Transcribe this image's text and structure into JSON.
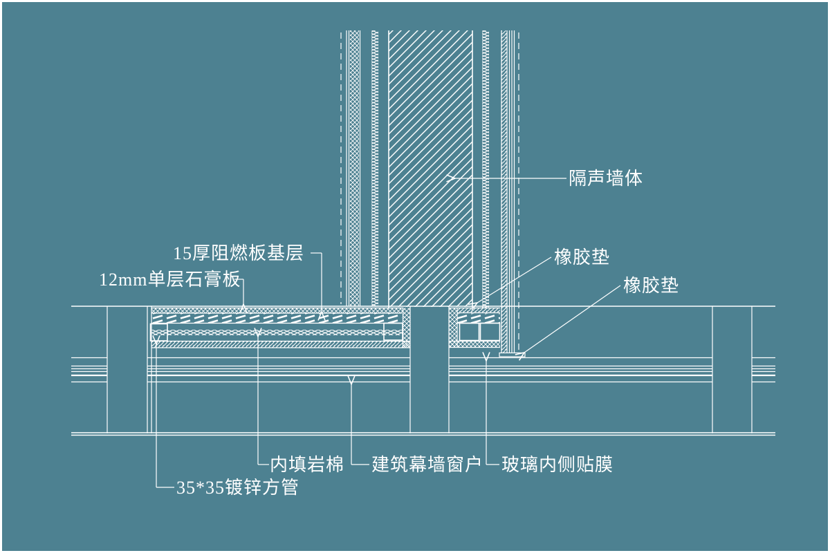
{
  "drawing": {
    "type": "architectural-detail-section",
    "colors": {
      "background": "#4d8191",
      "line": "#ffffff"
    }
  },
  "labels": {
    "sound_wall": "隔声墙体",
    "fire_board": "15厚阻燃板基层",
    "gypsum_board": "12mm单层石膏板",
    "rubber_pad_upper": "橡胶垫",
    "rubber_pad_lower": "橡胶垫",
    "rock_wool": "内填岩棉",
    "curtain_window": "建筑幕墙窗户",
    "glass_film": "玻璃内侧贴膜",
    "steel_tube": "35*35镀锌方管"
  }
}
